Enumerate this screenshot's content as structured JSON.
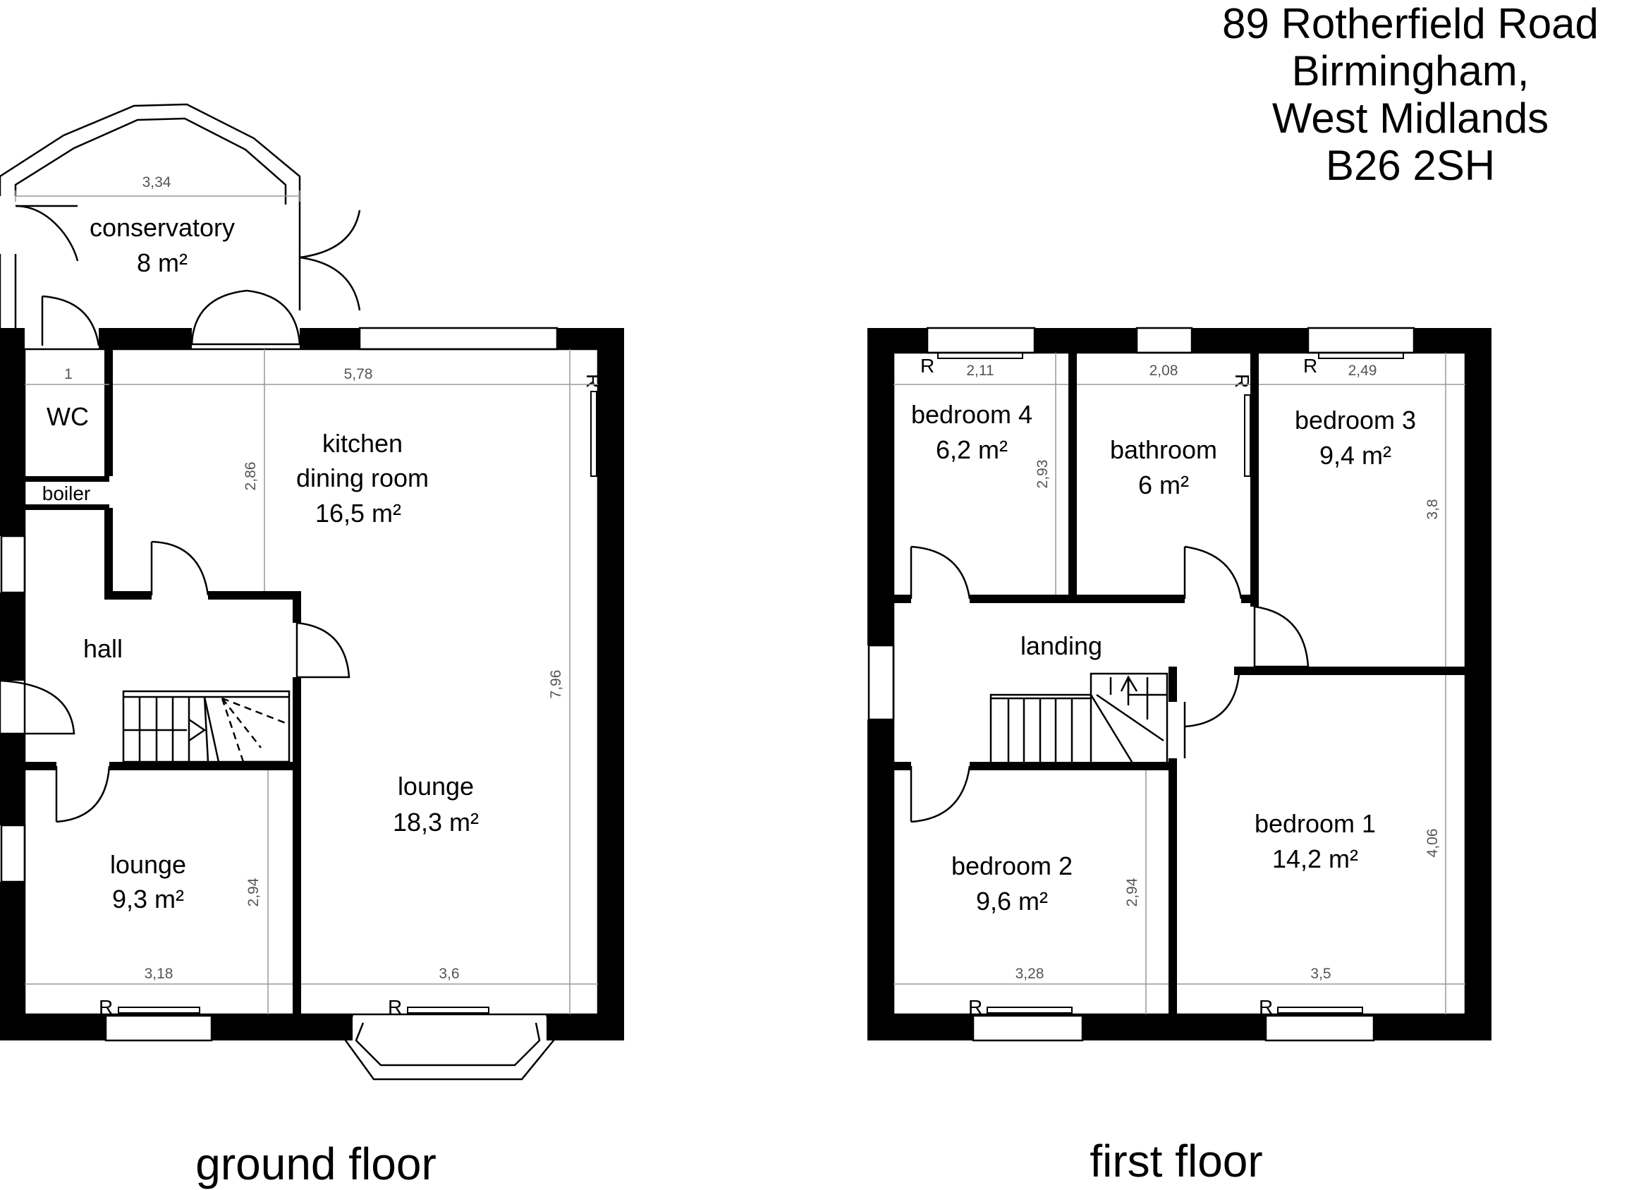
{
  "address": {
    "line1": "89 Rotherfield Road",
    "line2": "Birmingham,",
    "line3": "West Midlands",
    "line4": "B26 2SH"
  },
  "floors": {
    "ground": {
      "title": "ground floor",
      "rooms": {
        "conservatory": {
          "name": "conservatory",
          "area": "8 m²"
        },
        "wc": {
          "name": "WC"
        },
        "boiler": {
          "name": "boiler"
        },
        "kitchen": {
          "name1": "kitchen",
          "name2": "dining room",
          "area": "16,5 m²"
        },
        "hall": {
          "name": "hall"
        },
        "lounge_large": {
          "name": "lounge",
          "area": "18,3 m²"
        },
        "lounge_small": {
          "name": "lounge",
          "area": "9,3 m²"
        }
      },
      "dimensions": {
        "conservatory_width": "3,34",
        "wc_width": "1",
        "kitchen_width": "5,78",
        "kitchen_depth": "2,86",
        "lounge_depth": "7,96",
        "small_lounge_depth": "2,94",
        "small_lounge_width": "3,18",
        "lounge_width": "3,6"
      },
      "radiators": [
        "R",
        "R",
        "R"
      ]
    },
    "first": {
      "title": "first floor",
      "rooms": {
        "bedroom4": {
          "name": "bedroom 4",
          "area": "6,2 m²"
        },
        "bathroom": {
          "name": "bathroom",
          "area": "6 m²"
        },
        "bedroom3": {
          "name": "bedroom 3",
          "area": "9,4 m²"
        },
        "landing": {
          "name": "landing"
        },
        "bedroom1": {
          "name": "bedroom 1",
          "area": "14,2 m²"
        },
        "bedroom2": {
          "name": "bedroom 2",
          "area": "9,6 m²"
        }
      },
      "dimensions": {
        "bedroom4_width": "2,11",
        "bathroom_width": "2,08",
        "bedroom3_width": "2,49",
        "bedroom4_depth": "2,93",
        "bedroom3_depth": "3,8",
        "bedroom1_depth": "4,06",
        "bedroom2_depth": "2,94",
        "bedroom2_width": "3,28",
        "bedroom1_width": "3,5"
      },
      "radiators": [
        "R",
        "R",
        "R",
        "R",
        "R"
      ]
    }
  },
  "colors": {
    "wall": "#000000",
    "dimension_line": "#888888",
    "dimension_text": "#555555"
  }
}
